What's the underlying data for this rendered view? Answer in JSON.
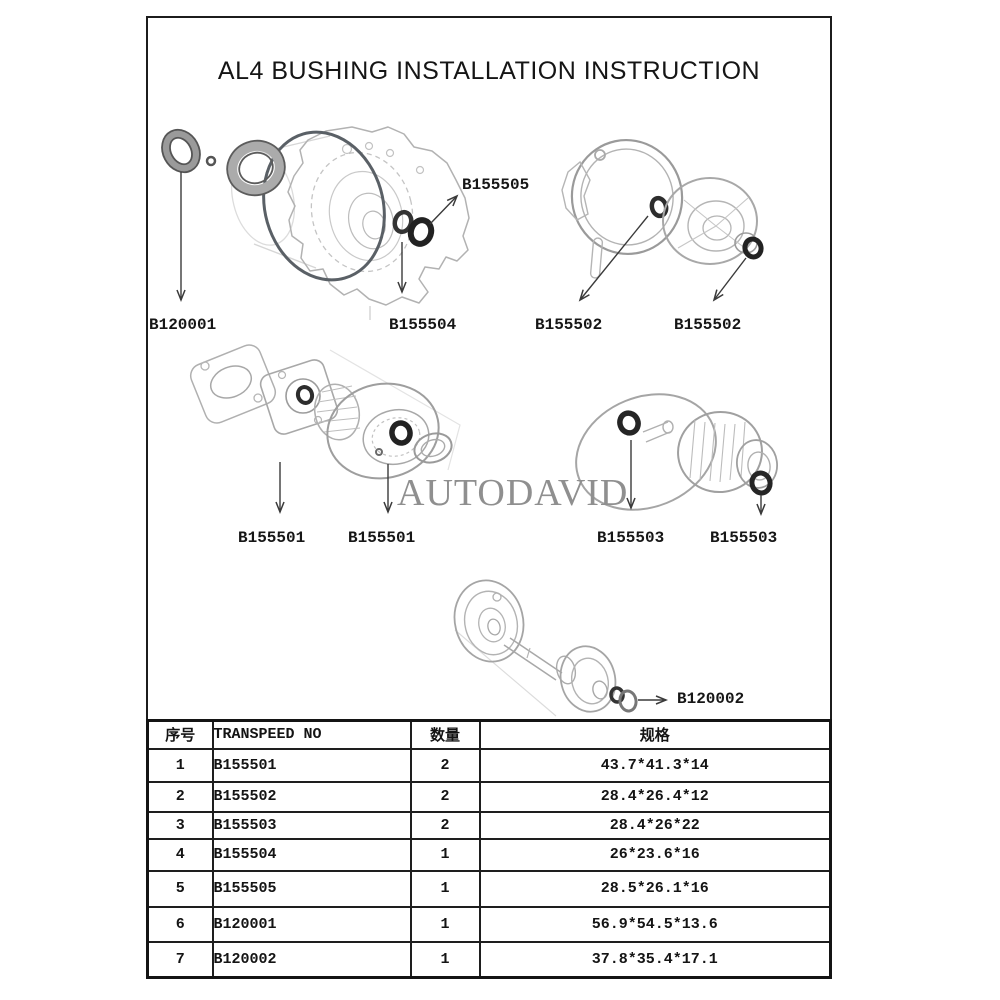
{
  "page": {
    "title": "AL4 BUSHING INSTALLATION INSTRUCTION",
    "watermark": "AUTODAVID",
    "watermark_color": "#8f8f8f"
  },
  "diagram": {
    "callouts": {
      "b120001": "B120001",
      "b155504": "B155504",
      "b155505": "B155505",
      "b155502_left": "B155502",
      "b155502_right": "B155502",
      "b155501_left": "B155501",
      "b155501_right": "B155501",
      "b155503_left": "B155503",
      "b155503_right": "B155503",
      "b120002": "B120002"
    }
  },
  "table": {
    "headers": {
      "no": "序号",
      "part": "TRANSPEED NO",
      "qty": "数量",
      "spec": "规格"
    },
    "rows": [
      {
        "no": "1",
        "part": "B155501",
        "qty": "2",
        "spec": "43.7*41.3*14"
      },
      {
        "no": "2",
        "part": "B155502",
        "qty": "2",
        "spec": "28.4*26.4*12"
      },
      {
        "no": "3",
        "part": "B155503",
        "qty": "2",
        "spec": "28.4*26*22"
      },
      {
        "no": "4",
        "part": "B155504",
        "qty": "1",
        "spec": "26*23.6*16"
      },
      {
        "no": "5",
        "part": "B155505",
        "qty": "1",
        "spec": "28.5*26.1*16"
      },
      {
        "no": "6",
        "part": "B120001",
        "qty": "1",
        "spec": "56.9*54.5*13.6"
      },
      {
        "no": "7",
        "part": "B120002",
        "qty": "1",
        "spec": "37.8*35.4*17.1"
      }
    ]
  }
}
